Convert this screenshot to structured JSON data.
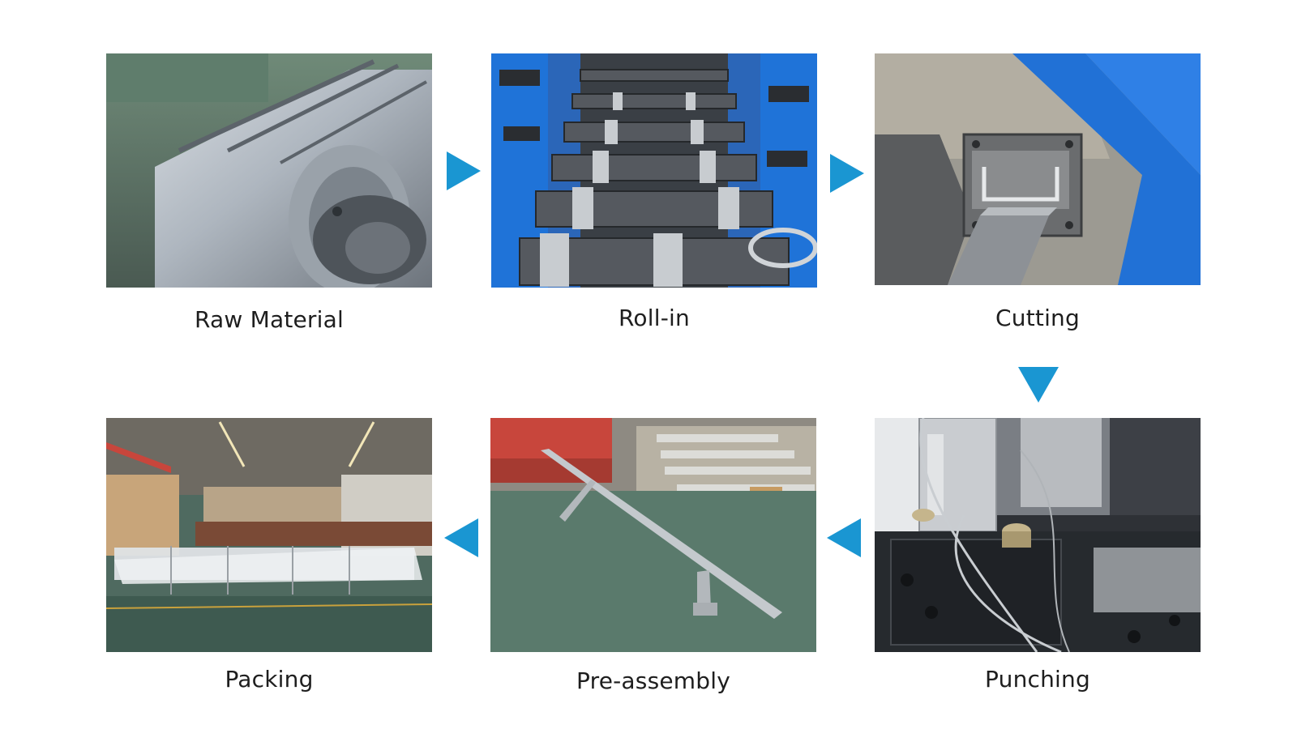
{
  "colors": {
    "arrow": "#1a96d2",
    "machine_blue": "#1f73d8",
    "background": "#ffffff",
    "caption_text": "#1e1e1e"
  },
  "steps": [
    {
      "label": "Raw Material",
      "image": "steel-coil-photo"
    },
    {
      "label": "Roll-in",
      "image": "roll-forming-machine-photo"
    },
    {
      "label": "Cutting",
      "image": "cutting-die-photo"
    },
    {
      "label": "Punching",
      "image": "punching-press-photo"
    },
    {
      "label": "Pre-assembly",
      "image": "solar-bracket-preassembly-photo"
    },
    {
      "label": "Packing",
      "image": "packed-rails-warehouse-photo"
    }
  ],
  "arrows": [
    {
      "from": "Raw Material",
      "to": "Roll-in",
      "direction": "right"
    },
    {
      "from": "Roll-in",
      "to": "Cutting",
      "direction": "right"
    },
    {
      "from": "Cutting",
      "to": "Punching",
      "direction": "down"
    },
    {
      "from": "Punching",
      "to": "Pre-assembly",
      "direction": "left"
    },
    {
      "from": "Pre-assembly",
      "to": "Packing",
      "direction": "left"
    }
  ]
}
